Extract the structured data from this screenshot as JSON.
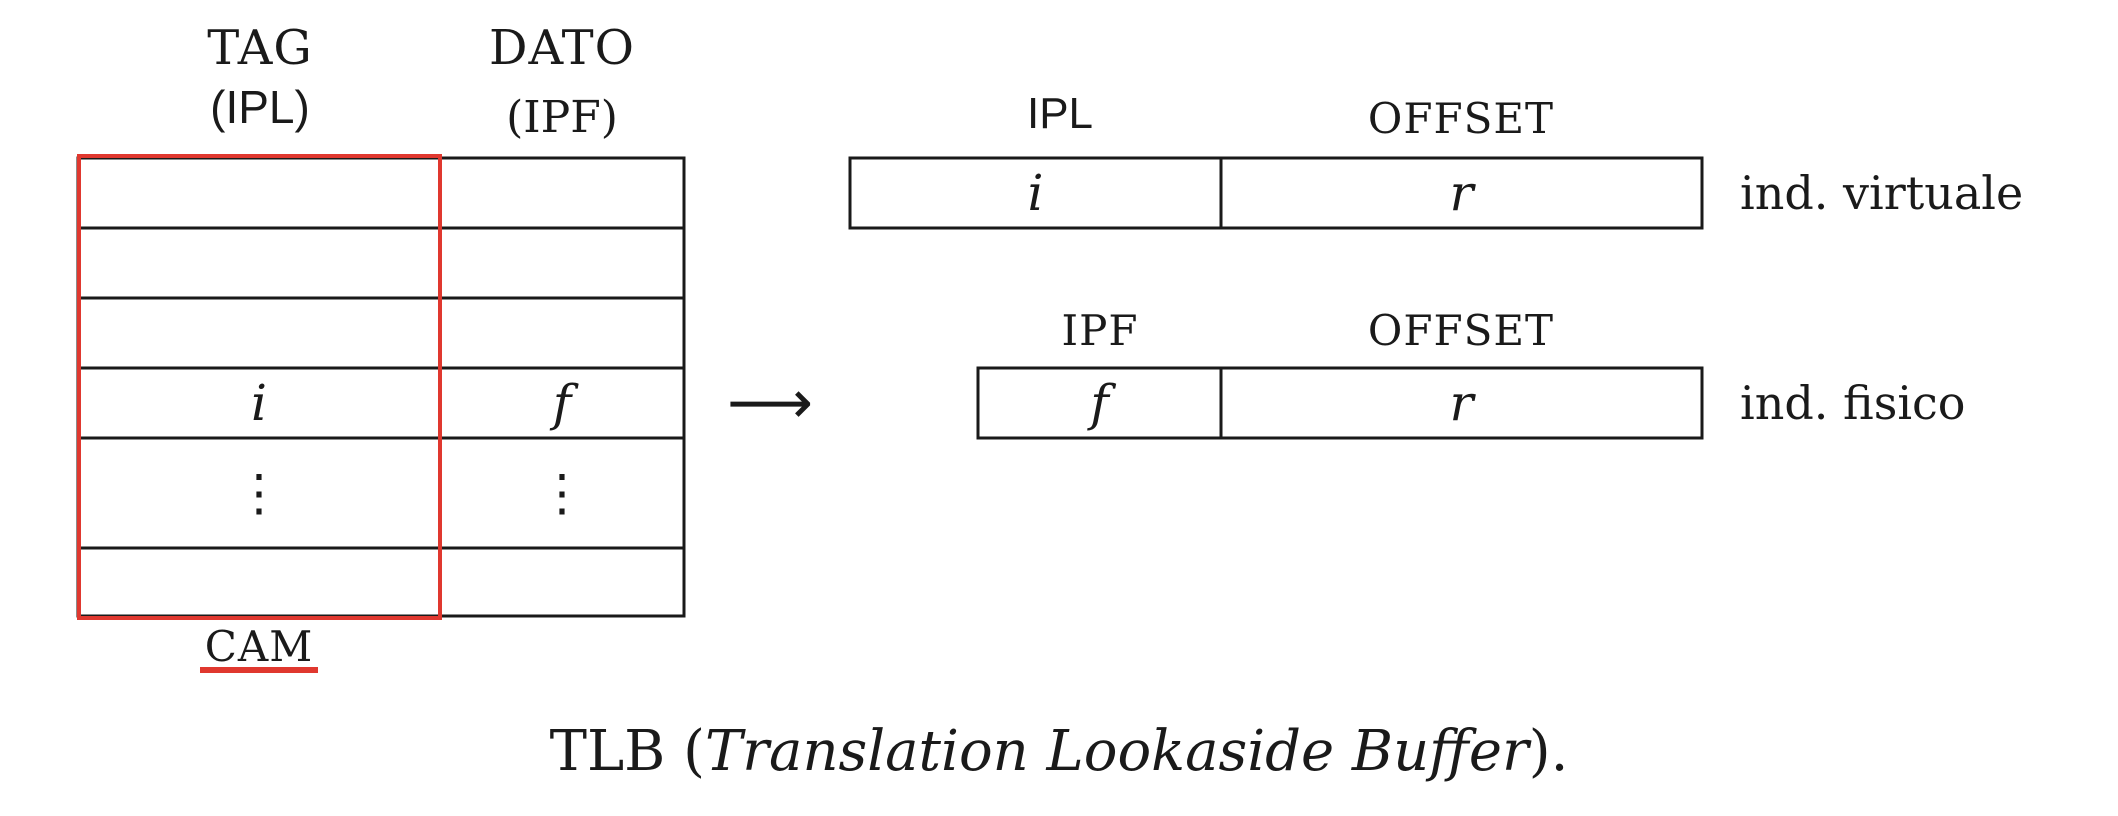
{
  "tlb_table": {
    "tag_header": "TAG",
    "tag_sub": "(IPL)",
    "dato_header": "DATO",
    "dato_sub": "(IPF)",
    "cam_label": "CAM",
    "rows": [
      {
        "tag": "",
        "dato": ""
      },
      {
        "tag": "",
        "dato": ""
      },
      {
        "tag": "",
        "dato": ""
      },
      {
        "tag": "i",
        "dato": "f"
      },
      {
        "tag": "⋮",
        "dato": "⋮"
      },
      {
        "tag": "",
        "dato": ""
      }
    ]
  },
  "arrow": "⟶",
  "virtual_address": {
    "field1_header": "IPL",
    "field2_header": "OFFSET",
    "field1_value": "i",
    "field2_value": "r",
    "label": "ind. virtuale"
  },
  "physical_address": {
    "field1_header": "IPF",
    "field2_header": "OFFSET",
    "field1_value": "f",
    "field2_value": "r",
    "label": "ind. fisico"
  },
  "caption": {
    "prefix": "TLB (",
    "italic": "Translation Lookaside Buffer",
    "suffix": ")."
  },
  "colors": {
    "line": "#1a1a1a",
    "highlight": "#e0382f"
  }
}
